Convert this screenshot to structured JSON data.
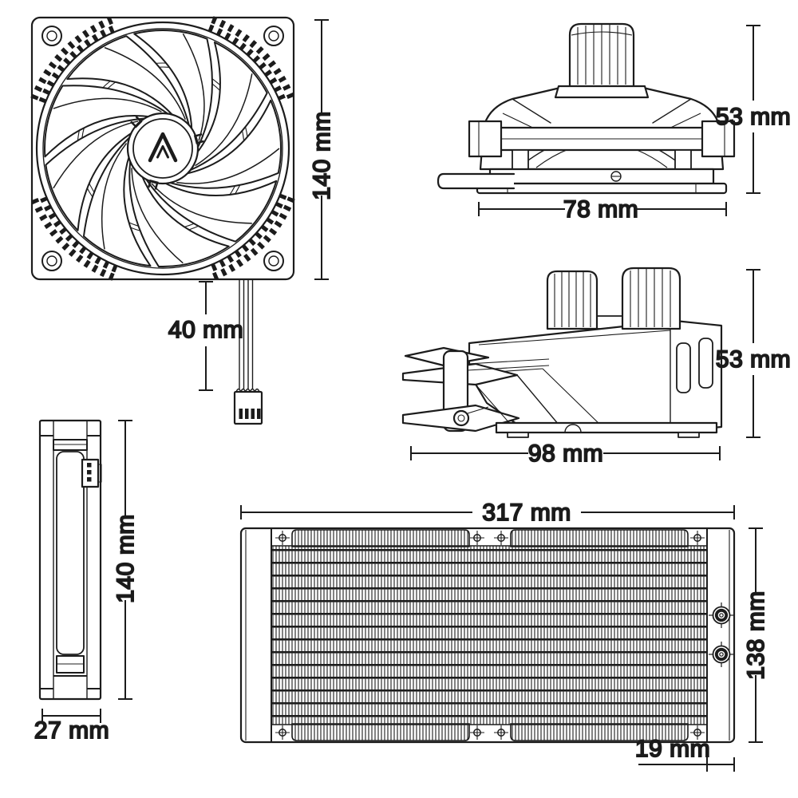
{
  "palette": {
    "background": "#ffffff",
    "line": "#1c1c1c",
    "text": "#1b1b1b"
  },
  "views": {
    "fan_front": {
      "height": "140 mm",
      "cable_length": "40 mm"
    },
    "pump_front": {
      "height": "53 mm",
      "width": "78 mm"
    },
    "pump_side": {
      "height": "53 mm",
      "width": "98 mm"
    },
    "fan_side": {
      "height": "140 mm",
      "width": "27 mm"
    },
    "radiator": {
      "width": "317 mm",
      "height": "138 mm",
      "end_tank": "19 mm"
    }
  }
}
